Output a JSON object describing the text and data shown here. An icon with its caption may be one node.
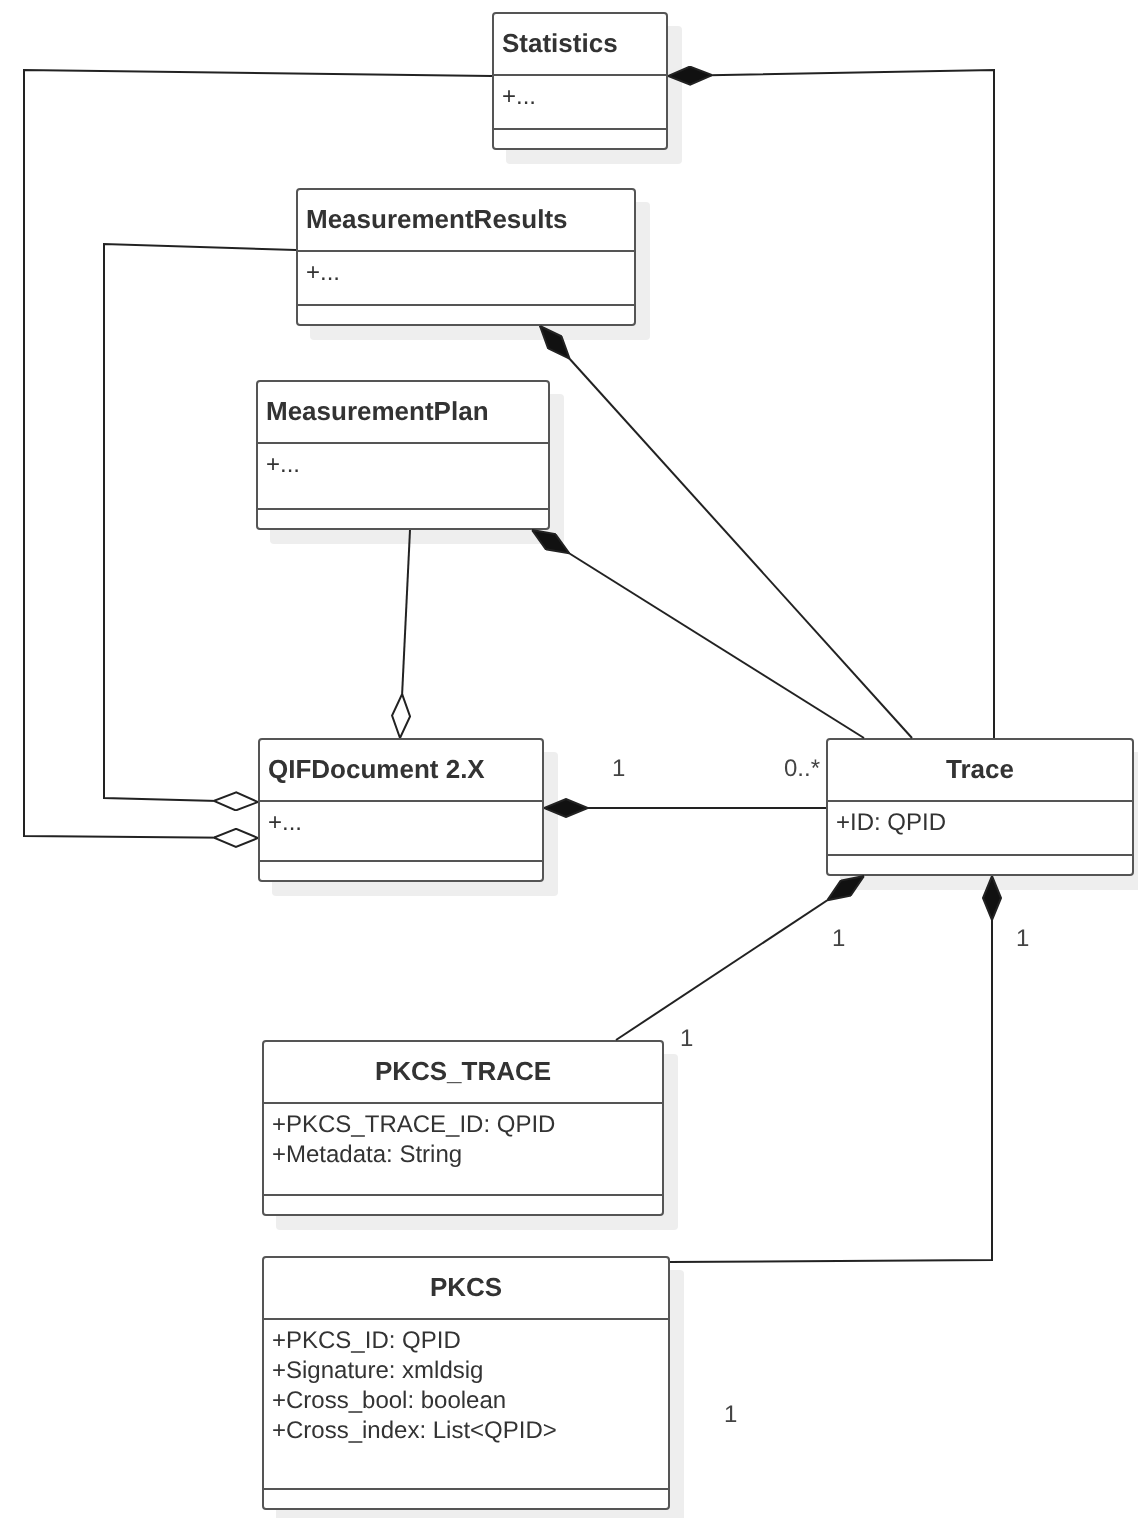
{
  "diagram": {
    "nodes": [
      {
        "text": [
          "Statistics",
          "+..."
        ]
      },
      {
        "text": [
          "MeasurementResults",
          "+..."
        ]
      },
      {
        "text": [
          "MeasurementPlan",
          "+..."
        ]
      },
      {
        "text": [
          "QIFDocument 2.X",
          "+..."
        ]
      },
      {
        "text": [
          "Trace",
          "+ID: QPID"
        ]
      },
      {
        "text": [
          "PKCS_TRACE",
          "+PKCS_TRACE_ID: QPID",
          "+Metadata: String"
        ]
      },
      {
        "text": [
          "PKCS",
          "+PKCS_ID: QPID",
          "+Signature: xmldsig",
          "+Cross_bool: boolean",
          "+Cross_index: List<QPID>"
        ]
      }
    ],
    "edges": [
      {
        "from": 4,
        "to": 0,
        "arrow": "other"
      },
      {
        "from": 4,
        "to": 1,
        "arrow": "other"
      },
      {
        "from": 4,
        "to": 2,
        "arrow": "other"
      },
      {
        "from": 2,
        "to": 3,
        "arrow": "other"
      },
      {
        "from": 1,
        "to": 3,
        "arrow": "other"
      },
      {
        "from": 0,
        "to": 3,
        "arrow": "other"
      },
      {
        "from": 4,
        "to": 3,
        "arrow": "other"
      },
      {
        "from": 5,
        "to": 4,
        "arrow": "other"
      },
      {
        "from": 6,
        "to": 4,
        "arrow": "other"
      }
    ],
    "labels": [
      "1",
      "0..*",
      "1",
      "1",
      "1",
      "1"
    ]
  }
}
